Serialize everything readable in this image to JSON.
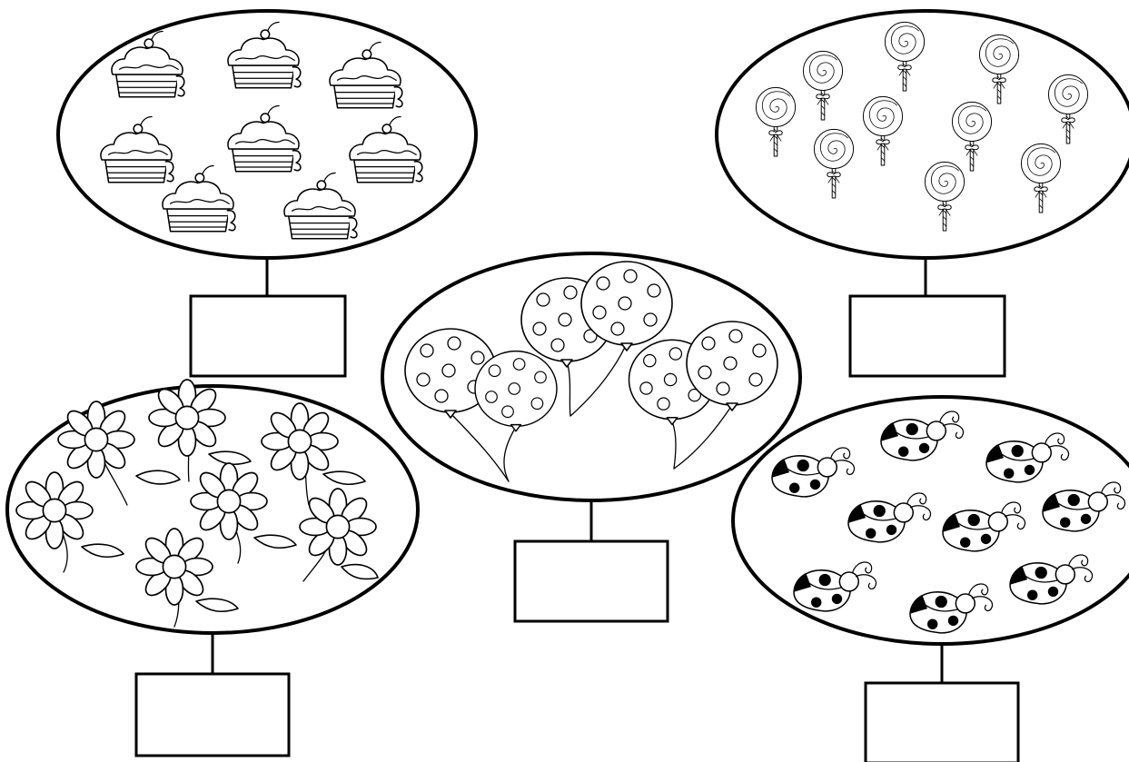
{
  "worksheet": {
    "groups": [
      {
        "name": "cupcakes",
        "icon": "cupcake-icon",
        "count": 8
      },
      {
        "name": "lollipops",
        "icon": "lollipop-icon",
        "count": 10
      },
      {
        "name": "balloons",
        "icon": "balloon-icon",
        "count": 6
      },
      {
        "name": "flowers",
        "icon": "flower-icon",
        "count": 7
      },
      {
        "name": "ladybugs",
        "icon": "ladybug-icon",
        "count": 9
      }
    ],
    "colors": {
      "line": "#000000",
      "paper": "#ffffff"
    }
  }
}
